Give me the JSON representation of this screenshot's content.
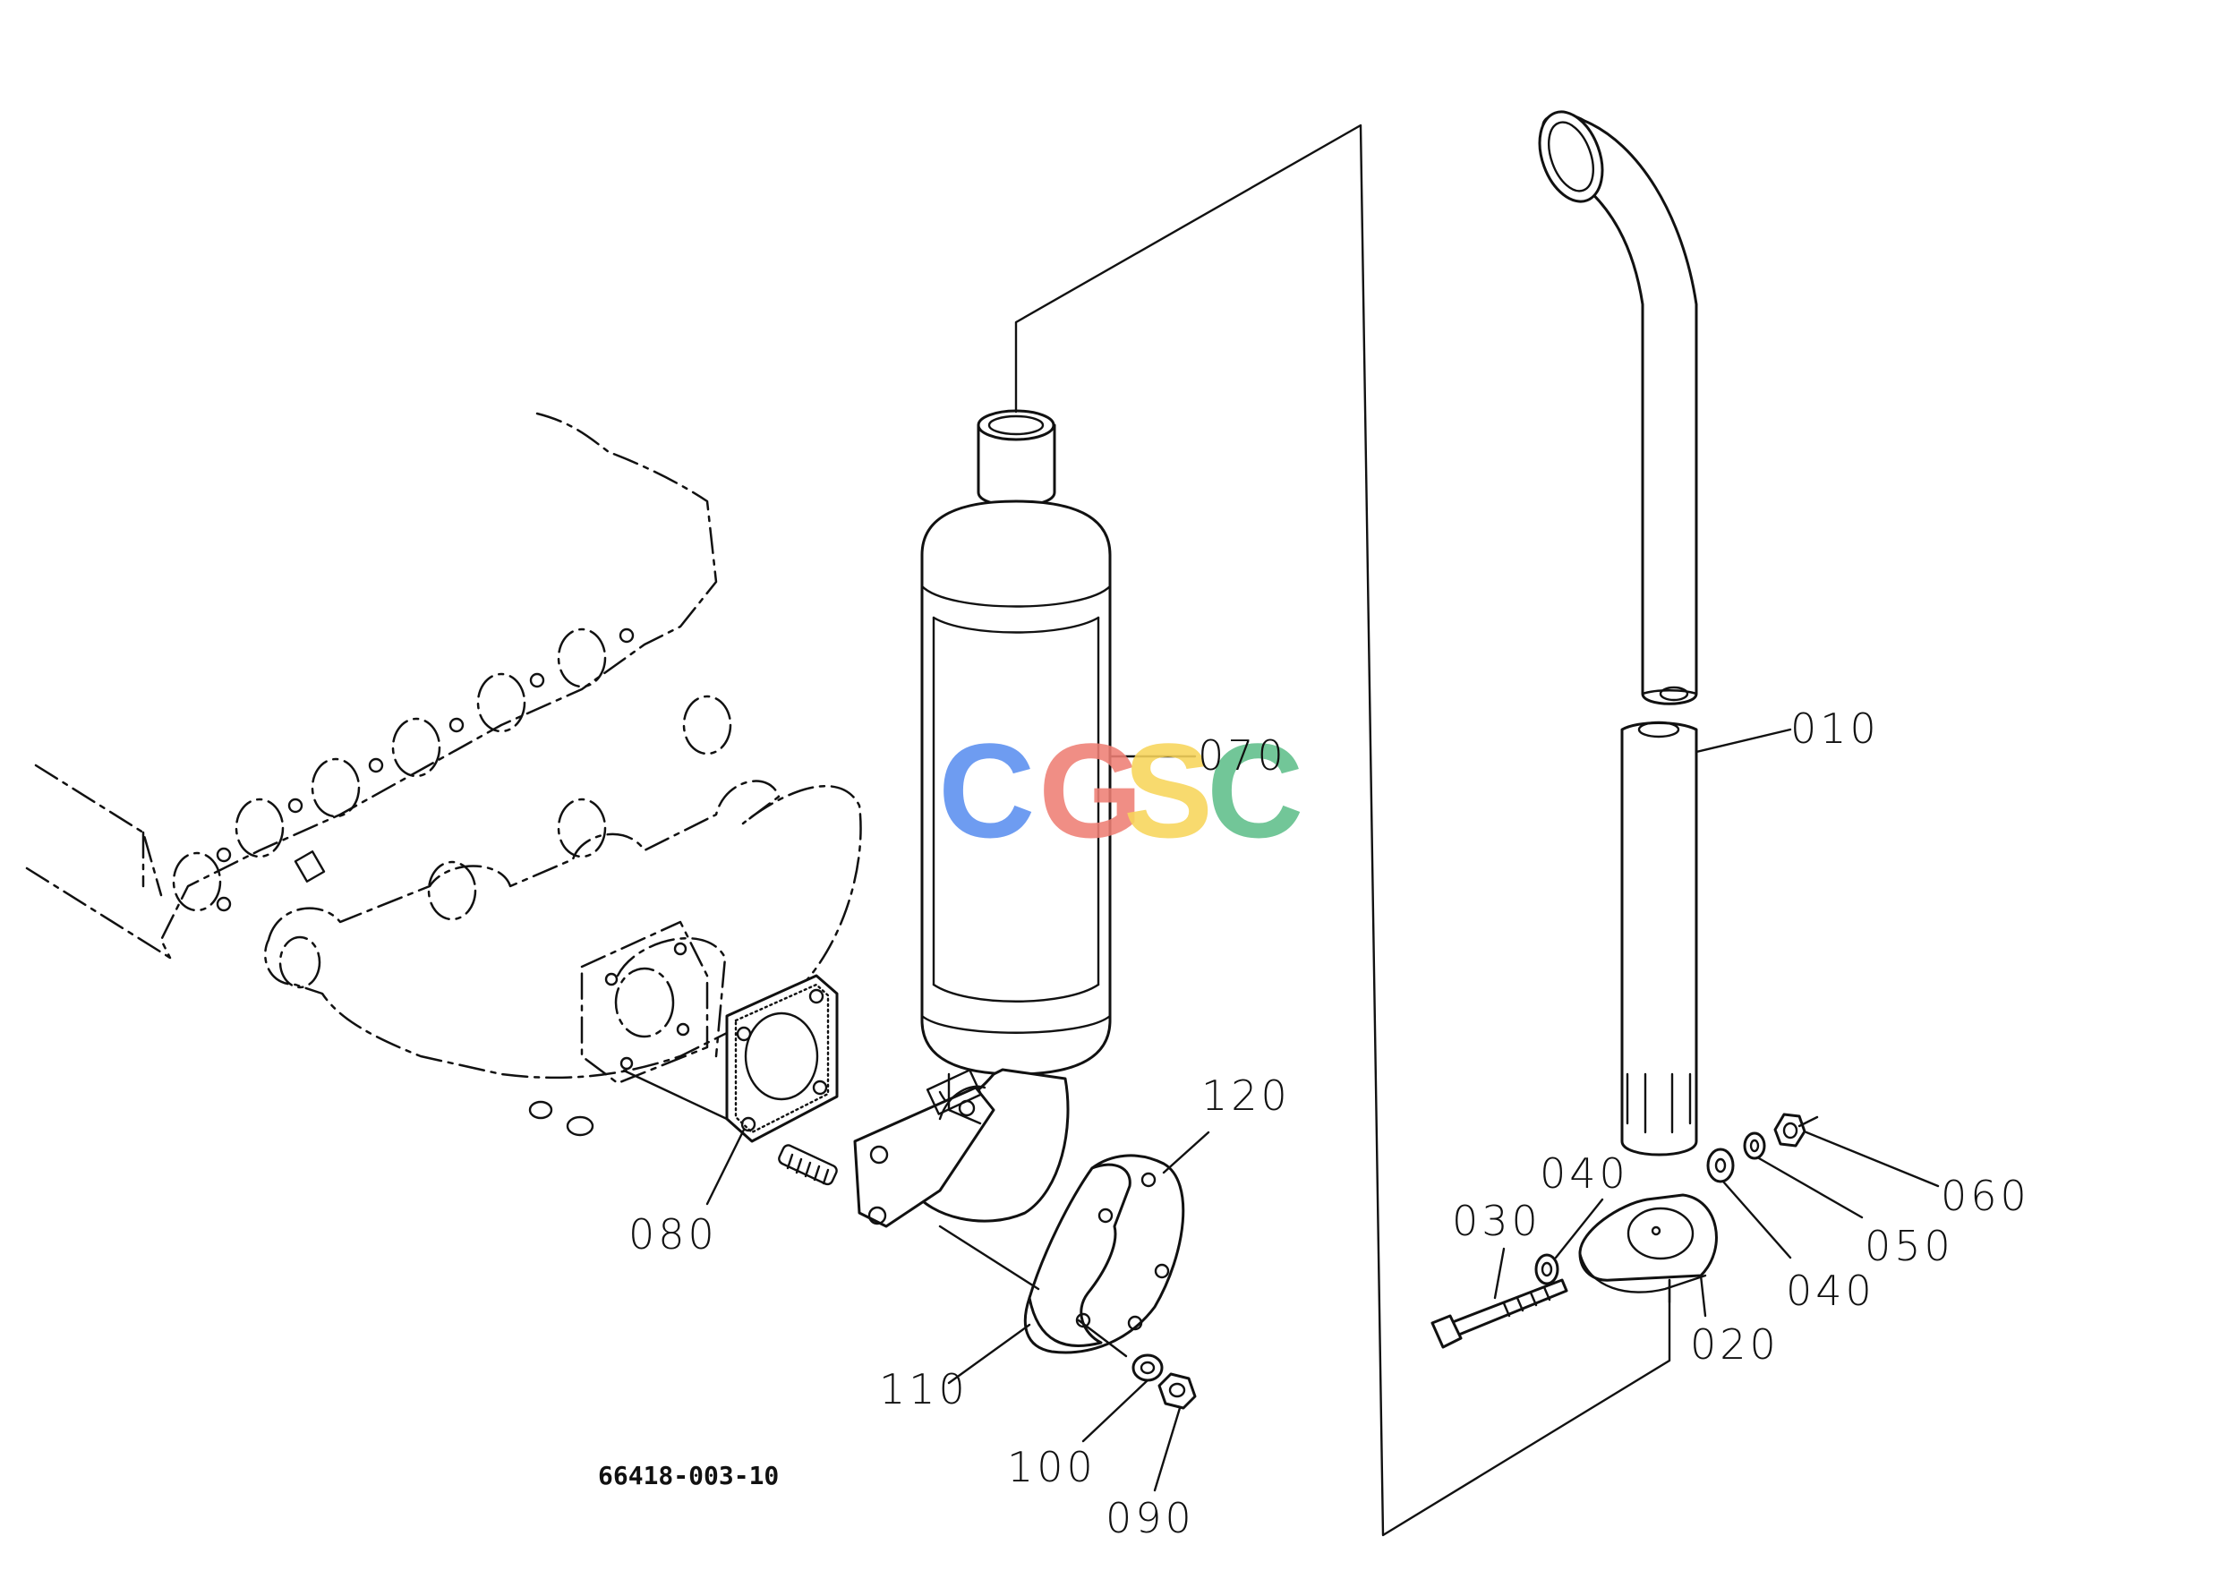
{
  "drawing_code": "66418-003-10",
  "watermark": {
    "letters": [
      "C",
      "G",
      "S",
      "C"
    ],
    "colors": [
      "#5b8ff0",
      "#ef7f75",
      "#f8d55b",
      "#5fbf8a"
    ]
  },
  "callouts": {
    "c010": "010",
    "c020": "020",
    "c030": "030",
    "c040a": "040",
    "c040b": "040",
    "c050": "050",
    "c060": "060",
    "c070": "070",
    "c080": "080",
    "c090": "090",
    "c100": "100",
    "c110": "110",
    "c120": "120"
  }
}
